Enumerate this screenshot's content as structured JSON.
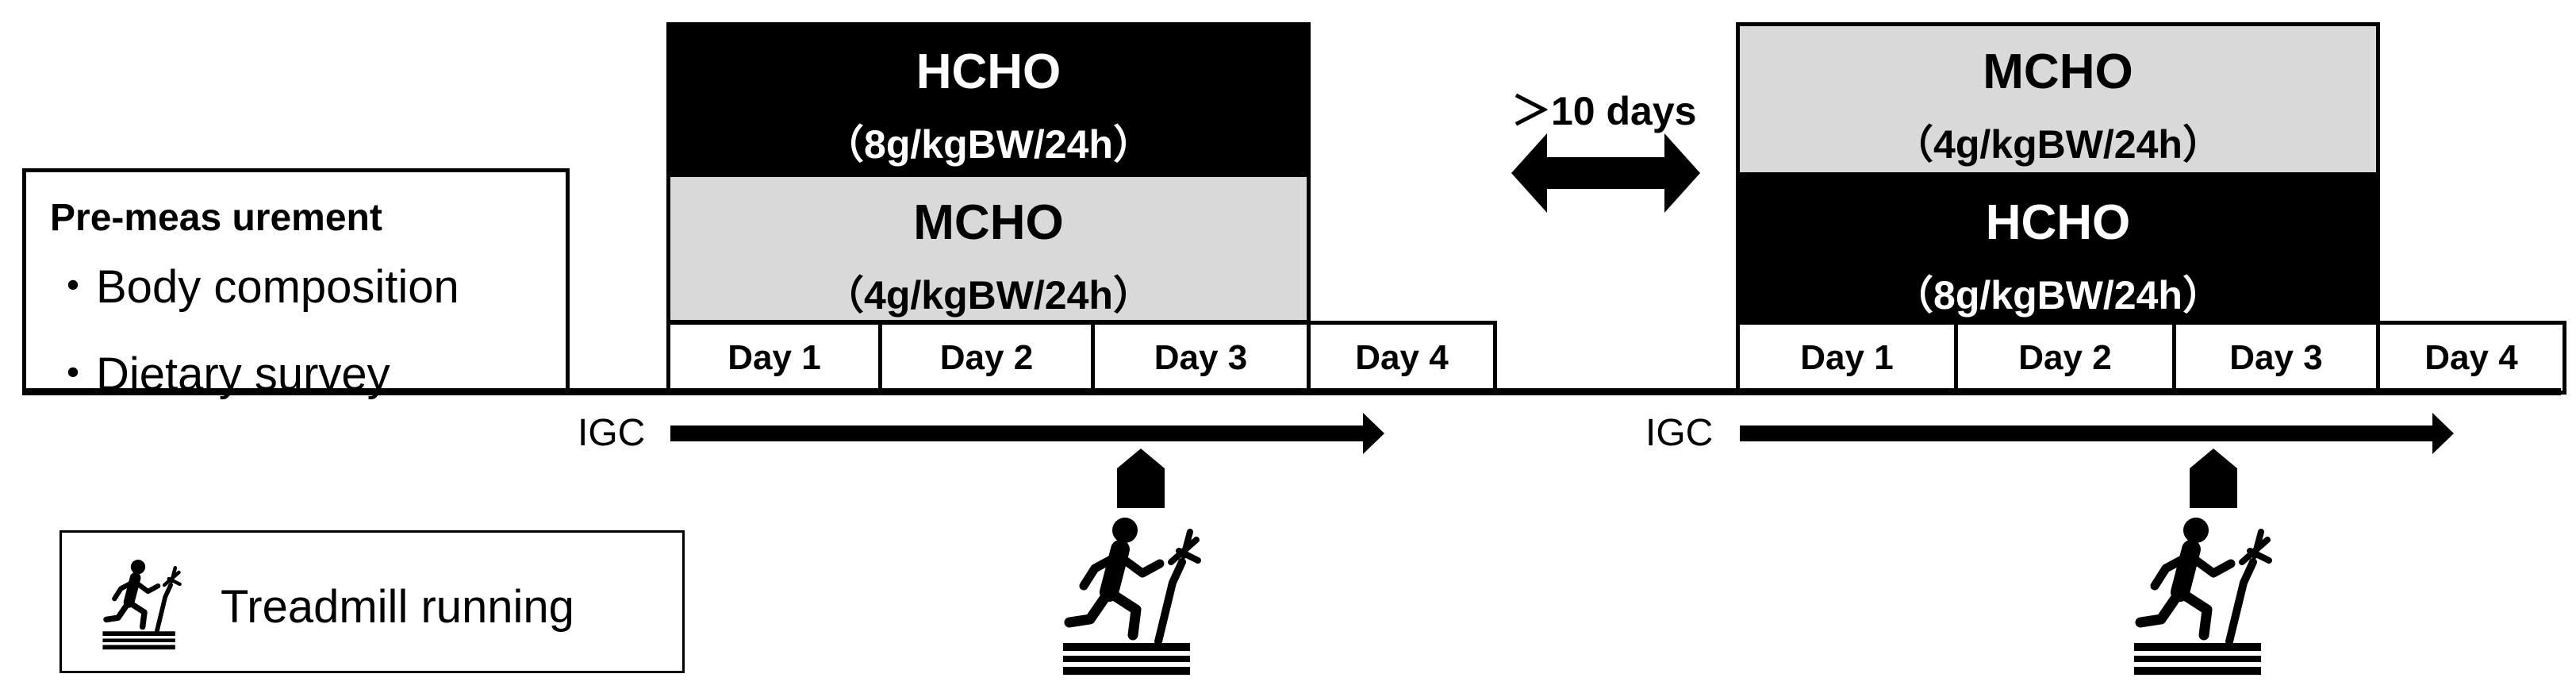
{
  "pre_measurement": {
    "title": "Pre-meas urement",
    "items": [
      "・Body composition",
      "・Dietary survey"
    ]
  },
  "interval_label": "＞10 days",
  "igc_label": "IGC",
  "trial1": {
    "diets": [
      {
        "name": "HCHO",
        "dose": "（8g/kgBW/24h）",
        "style": "dark"
      },
      {
        "name": "MCHO",
        "dose": "（4g/kgBW/24h）",
        "style": "light"
      }
    ],
    "days": [
      "Day 1",
      "Day 2",
      "Day 3",
      "Day 4"
    ]
  },
  "trial2": {
    "diets": [
      {
        "name": "MCHO",
        "dose": "（4g/kgBW/24h）",
        "style": "light"
      },
      {
        "name": "HCHO",
        "dose": "（8g/kgBW/24h）",
        "style": "dark"
      }
    ],
    "days": [
      "Day 1",
      "Day 2",
      "Day 3",
      "Day 4"
    ]
  },
  "legend": {
    "label": "Treadmill running",
    "icon": "treadmill-runner-icon"
  }
}
